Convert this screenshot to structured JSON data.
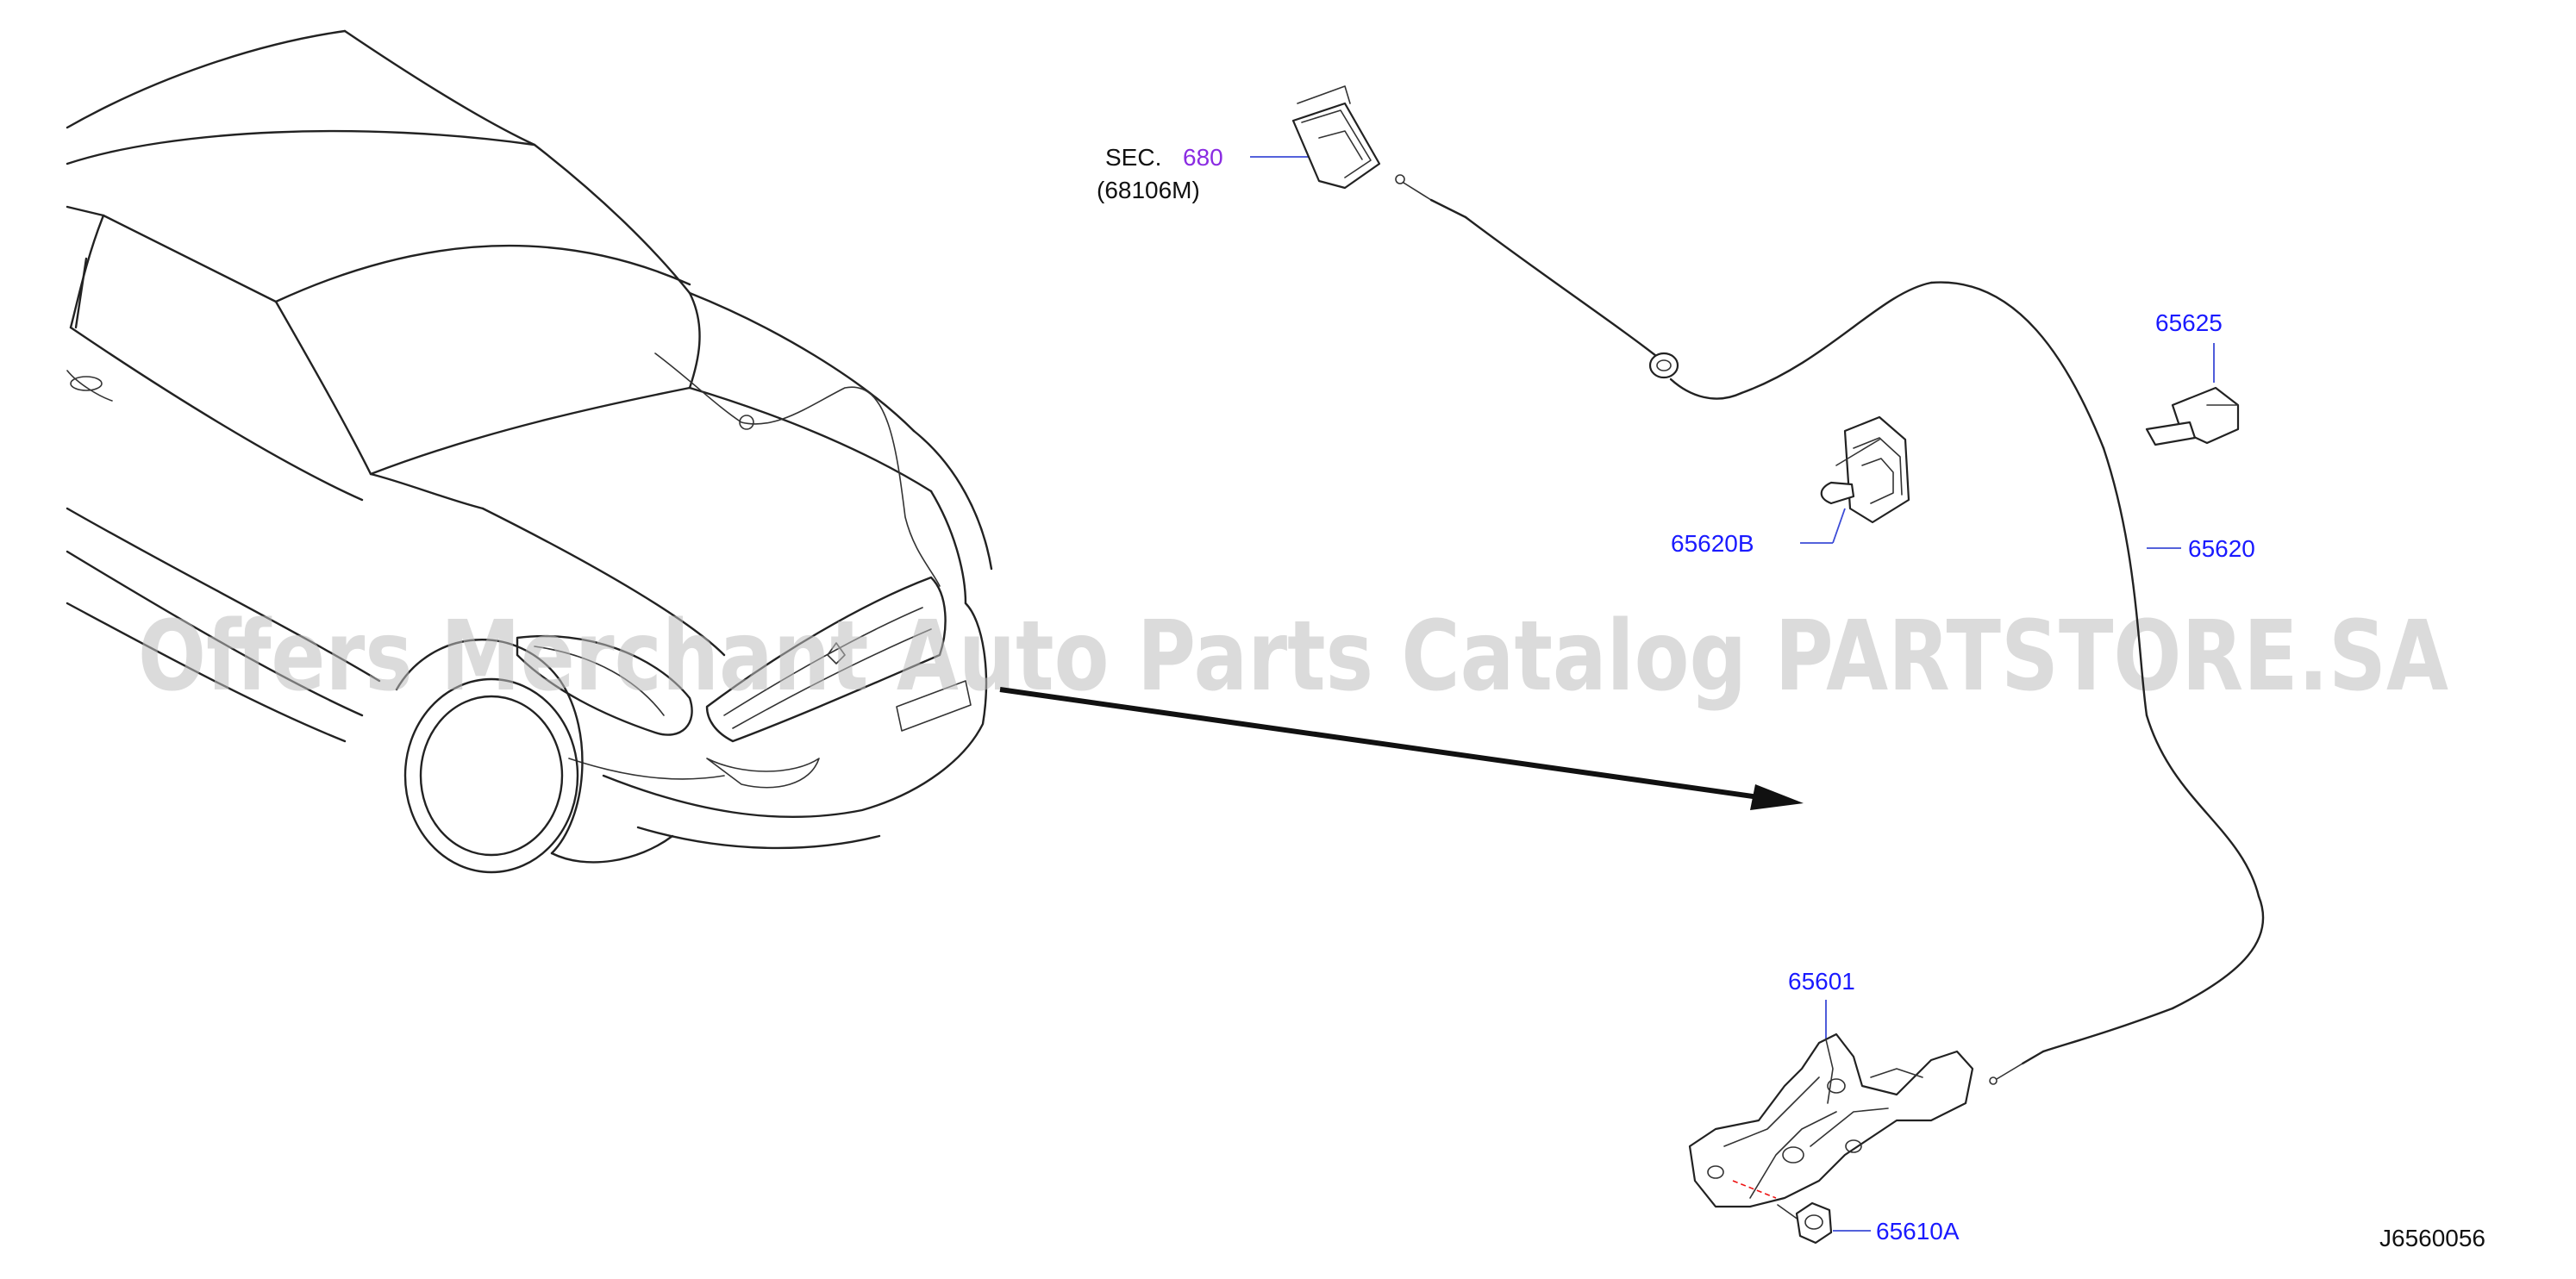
{
  "diagram": {
    "watermark": "Offers Merchant Auto Parts Catalog PARTSTORE.SA",
    "diagram_code": "J6560056",
    "section_ref": {
      "prefix": "SEC.",
      "number": "680",
      "sub": "(68106M)"
    },
    "parts": [
      {
        "id": "65625",
        "label": "65625"
      },
      {
        "id": "65620B",
        "label": "65620B"
      },
      {
        "id": "65620",
        "label": "65620"
      },
      {
        "id": "65601",
        "label": "65601"
      },
      {
        "id": "65610A",
        "label": "65610A"
      }
    ],
    "colors": {
      "part_label": "#1a1aff",
      "section_number": "#8a2be2",
      "line": "#222222",
      "watermark": "#bdbdbd",
      "background": "#ffffff"
    }
  }
}
